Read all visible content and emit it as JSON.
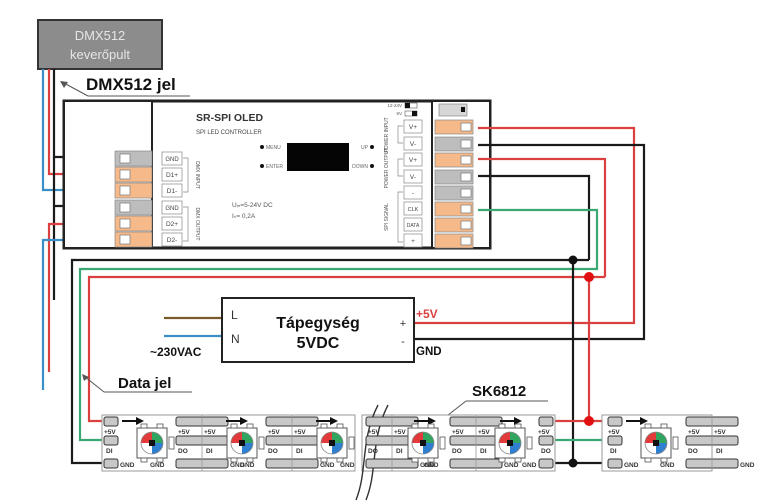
{
  "mixer": {
    "line1": "DMX512",
    "line2": "keverőpult"
  },
  "labels": {
    "dmx_signal": "DMX512 jel",
    "data_signal": "Data jel",
    "strip_model": "SK6812",
    "ac_input": "~230VAC",
    "plus5v": "+5V",
    "gnd": "GND"
  },
  "controller": {
    "title": "SR-SPI OLED",
    "subtitle": "SPI LED CONTROLLER",
    "buttons": {
      "menu": "MENU",
      "enter": "ENTER",
      "up": "UP",
      "down": "DOWN"
    },
    "specs": {
      "voltage": "Uᵢₙ=5-24V DC",
      "current": "Iₛ= 0,2A"
    },
    "switch_labels": {
      "top": "12-24V",
      "bottom": "5V"
    },
    "dmx_in": {
      "group": "DMX INPUT",
      "pins": [
        "GND",
        "D1+",
        "D1-"
      ]
    },
    "dmx_out": {
      "group": "DMX OUTPUT",
      "pins": [
        "GND",
        "D2+",
        "D2-"
      ]
    },
    "power_in": {
      "group": "POWER INPUT",
      "pins": [
        "V+",
        "V-"
      ]
    },
    "power_out": {
      "group": "POWER OUTPUT",
      "pins": [
        "V+",
        "V-"
      ]
    },
    "spi": {
      "group": "SPI SIGNAL",
      "pins": [
        "-",
        "CLK",
        "DATA",
        "+"
      ]
    }
  },
  "psu": {
    "title": "Tápegység",
    "subtitle": "5VDC",
    "in_l": "L",
    "in_n": "N",
    "out_plus": "+",
    "out_minus": "-"
  },
  "strip": {
    "pad_plus": "+5V",
    "pad_di": "DI",
    "pad_do": "DO",
    "pad_gnd": "GND"
  },
  "colors": {
    "red_wire": "#d9403f",
    "blue_wire": "#3a8fc8",
    "green_wire": "#3aa872",
    "black_wire": "#1a1a1a",
    "brown_wire": "#7a5a2a",
    "terminal_orange": "#f5b98a",
    "terminal_gray": "#bdbdbd",
    "mixer_box": "#8c8c8c",
    "junction_red": "#e01010"
  }
}
